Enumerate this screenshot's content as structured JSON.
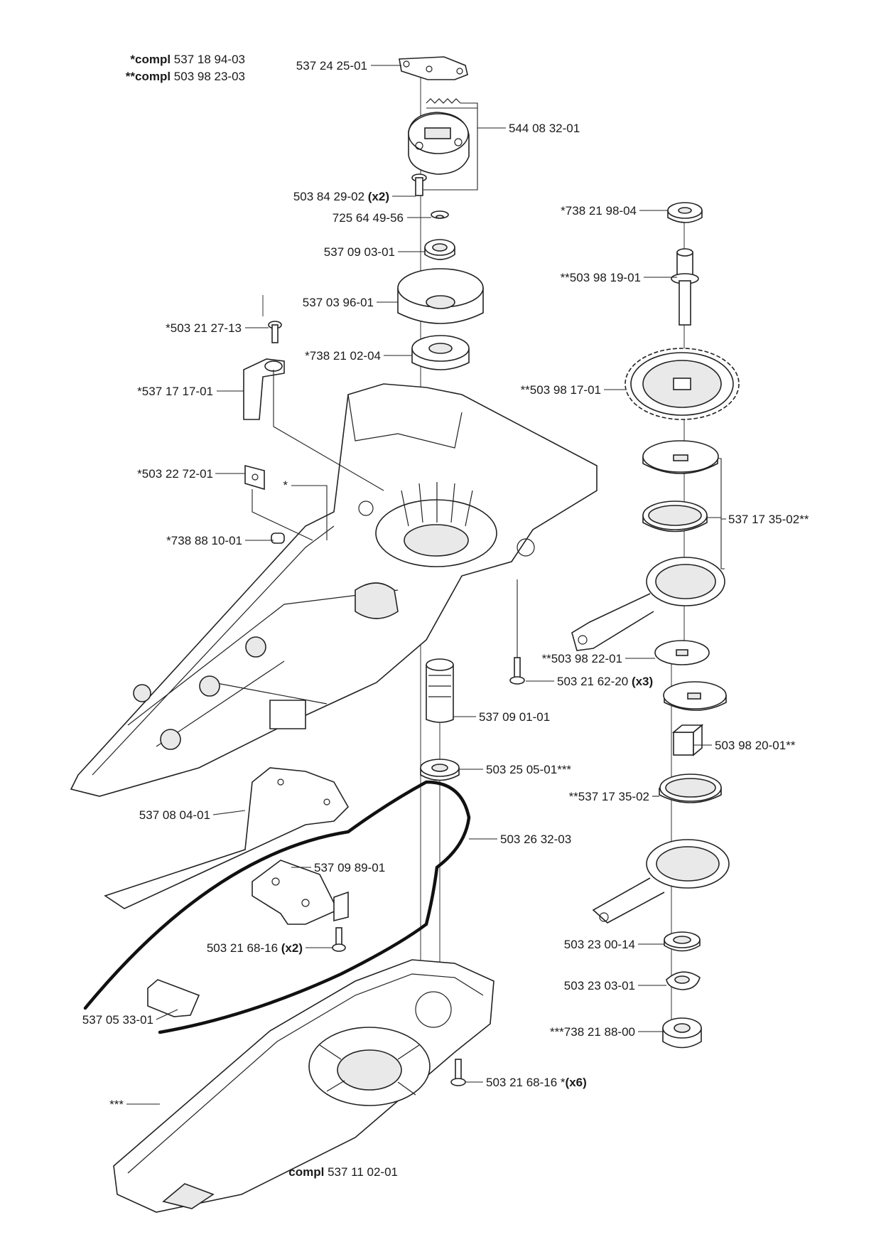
{
  "notes": {
    "compl1_bold": "*compl",
    "compl1_num": "537 18 94-03",
    "compl2_bold": "**compl",
    "compl2_num": "503 98 23-03",
    "compl3_bold": "***compl",
    "compl3_num": "537 11 02-01"
  },
  "labels": {
    "p5372425": "537 24 25-01",
    "p5440832": "544 08 32-01",
    "p5038429": "503 84 29-02",
    "p5038429_qty": "(x2)",
    "p7256449": "725 64 49-56",
    "p5370903": "537 09 03-01",
    "p5370396": "537 03 96-01",
    "p5032127": "*503 21 27-13",
    "p7382102": "*738 21 02-04",
    "p5371717": "*537 17 17-01",
    "p5032272": "*503 22 72-01",
    "star": "*",
    "p7388810": "*738 88 10-01",
    "p7382198": "*738 21 98-04",
    "p5039819": "**503 98 19-01",
    "p5039817": "**503 98 17-01",
    "p5371735a": "537 17 35-02**",
    "p5039822": "**503 98 22-01",
    "p5032162": "503 21 62-20",
    "p5032162_qty": "(x3)",
    "p5370901": "537 09 01-01",
    "p5039820": "503 98 20-01**",
    "p5032505": "503 25 05-01***",
    "p5371735b": "**537 17 35-02",
    "p5370804": "537 08 04-01",
    "p5032632": "503 26 32-03",
    "p5370989": "537 09 89-01",
    "p5032168a": "503 21 68-16",
    "p5032168a_qty": "(x2)",
    "p5032300": "503 23 00-14",
    "p5032303": "503 23 03-01",
    "p5370533": "537 05 33-01",
    "p7382188": "***738 21 88-00",
    "p5032168b": "503 21 68-16 *",
    "p5032168b_qty": "(x6)",
    "star3": "***"
  }
}
